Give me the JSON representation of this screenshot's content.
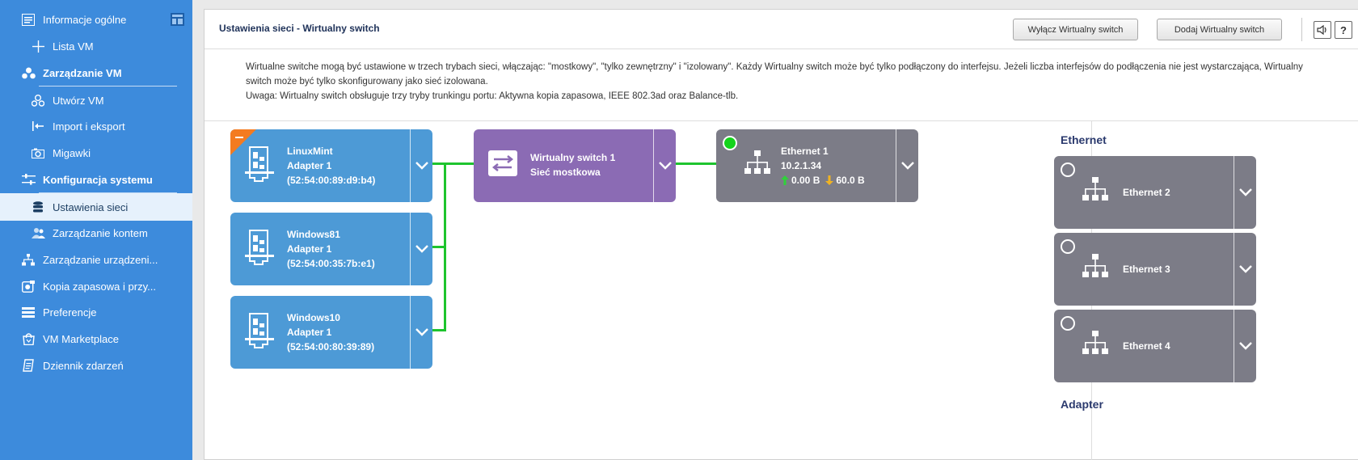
{
  "sidebar": {
    "items": [
      {
        "label": "Informacje ogólne",
        "icon": "info-panel-icon"
      },
      {
        "label": "Lista VM",
        "icon": "plus-icon"
      },
      {
        "label": "Zarządzanie VM",
        "icon": "vm-group-icon"
      },
      {
        "label": "Utwórz VM",
        "icon": "create-vm-icon"
      },
      {
        "label": "Import i eksport",
        "icon": "import-export-icon"
      },
      {
        "label": "Migawki",
        "icon": "camera-icon"
      },
      {
        "label": "Konfiguracja systemu",
        "icon": "sliders-icon"
      },
      {
        "label": "Ustawienia sieci",
        "icon": "database-icon"
      },
      {
        "label": "Zarządzanie kontem",
        "icon": "users-icon"
      },
      {
        "label": "Zarządzanie urządzeni...",
        "icon": "device-tree-icon"
      },
      {
        "label": "Kopia zapasowa i przy...",
        "icon": "backup-icon"
      },
      {
        "label": "Preferencje",
        "icon": "list-icon"
      },
      {
        "label": "VM Marketplace",
        "icon": "shopping-bag-icon"
      },
      {
        "label": "Dziennik zdarzeń",
        "icon": "log-icon"
      }
    ]
  },
  "header": {
    "title": "Ustawienia sieci - Wirtualny switch",
    "disable_button": "Wyłącz Wirtualny switch",
    "add_button": "Dodaj Wirtualny switch",
    "help_label": "?"
  },
  "description": {
    "line1": "Wirtualne switche mogą być ustawione w trzech trybach sieci, włączając: \"mostkowy\", \"tylko zewnętrzny\" i \"izolowany\". Każdy Wirtualny switch może być tylko podłączony do interfejsu. Jeżeli liczba interfejsów do podłączenia nie jest wystarczająca, Wirtualny switch może być tylko skonfigurowany jako sieć izolowana.",
    "line2": "Uwaga: Wirtualny switch obsługuje trzy tryby trunkingu portu: Aktywna kopia zapasowa, IEEE 802.3ad oraz Balance-tlb."
  },
  "vms": [
    {
      "name": "LinuxMint",
      "adapter": "Adapter 1",
      "mac": "(52:54:00:89:d9:b4)"
    },
    {
      "name": "Windows81",
      "adapter": "Adapter 1",
      "mac": "(52:54:00:35:7b:e1)"
    },
    {
      "name": "Windows10",
      "adapter": "Adapter 1",
      "mac": "(52:54:00:80:39:89)"
    }
  ],
  "vswitch": {
    "name": "Wirtualny switch 1",
    "mode": "Sieć mostkowa"
  },
  "connected_eth": {
    "name": "Ethernet 1",
    "ip": "10.2.1.34",
    "upload": "0.00 B",
    "download": "60.0 B"
  },
  "right_panel": {
    "ethernet_title": "Ethernet",
    "adapter_title": "Adapter",
    "items": [
      {
        "name": "Ethernet 2"
      },
      {
        "name": "Ethernet 3"
      },
      {
        "name": "Ethernet 4"
      }
    ]
  },
  "colors": {
    "sidebar": "#3d8bdc",
    "vm_card": "#4d9ad6",
    "switch_card": "#8b6bb4",
    "eth_card": "#7c7c87",
    "link": "#1ec42e",
    "status_on": "#13d31b",
    "corner_badge": "#f47b20"
  }
}
